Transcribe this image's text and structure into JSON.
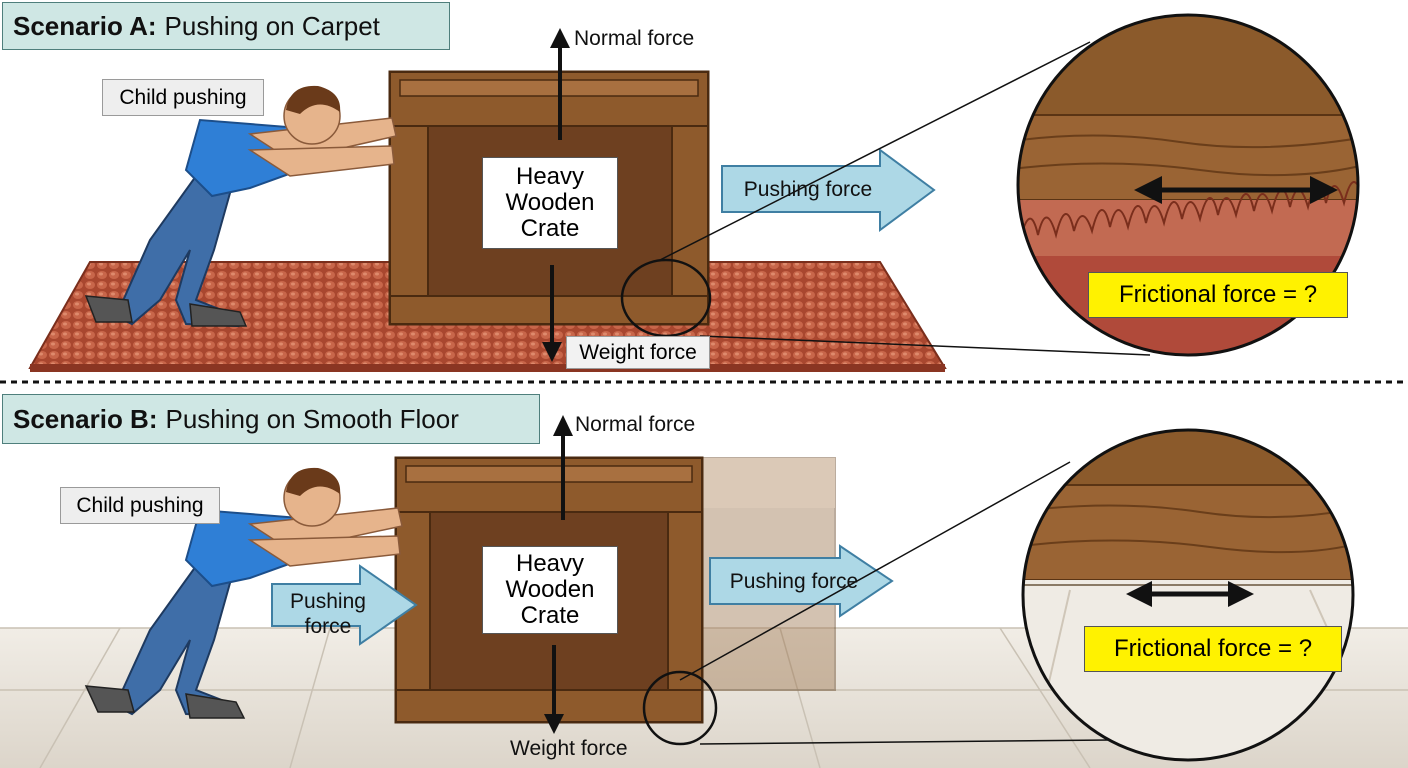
{
  "scenario_a": {
    "title_bold": "Scenario A:",
    "title_rest": "Pushing on Carpet",
    "child_label": "Child pushing",
    "crate_lines": [
      "Heavy",
      "Wooden",
      "Crate"
    ],
    "normal_force": "Normal force",
    "weight_force": "Weight force",
    "pushing_force": "Pushing force",
    "frictional_force": "Frictional force = ?",
    "surface": "carpet"
  },
  "scenario_b": {
    "title_bold": "Scenario B:",
    "title_rest": "Pushing on Smooth Floor",
    "child_label": "Child pushing",
    "crate_lines": [
      "Heavy",
      "Wooden",
      "Crate"
    ],
    "normal_force": "Normal force",
    "weight_force": "Weight force",
    "pushing_force": "Pushing force",
    "pushing_force_left": [
      "Pushing",
      "force"
    ],
    "frictional_force": "Frictional force = ?",
    "surface": "smooth tile floor"
  },
  "colors": {
    "title_bg": "#cfe7e4",
    "arrow_fill": "#add8e6",
    "friction_box": "#fff200",
    "crate_wood": "#8b5a2b",
    "carpet": "#b5563c",
    "floor": "#e6e0d6"
  }
}
